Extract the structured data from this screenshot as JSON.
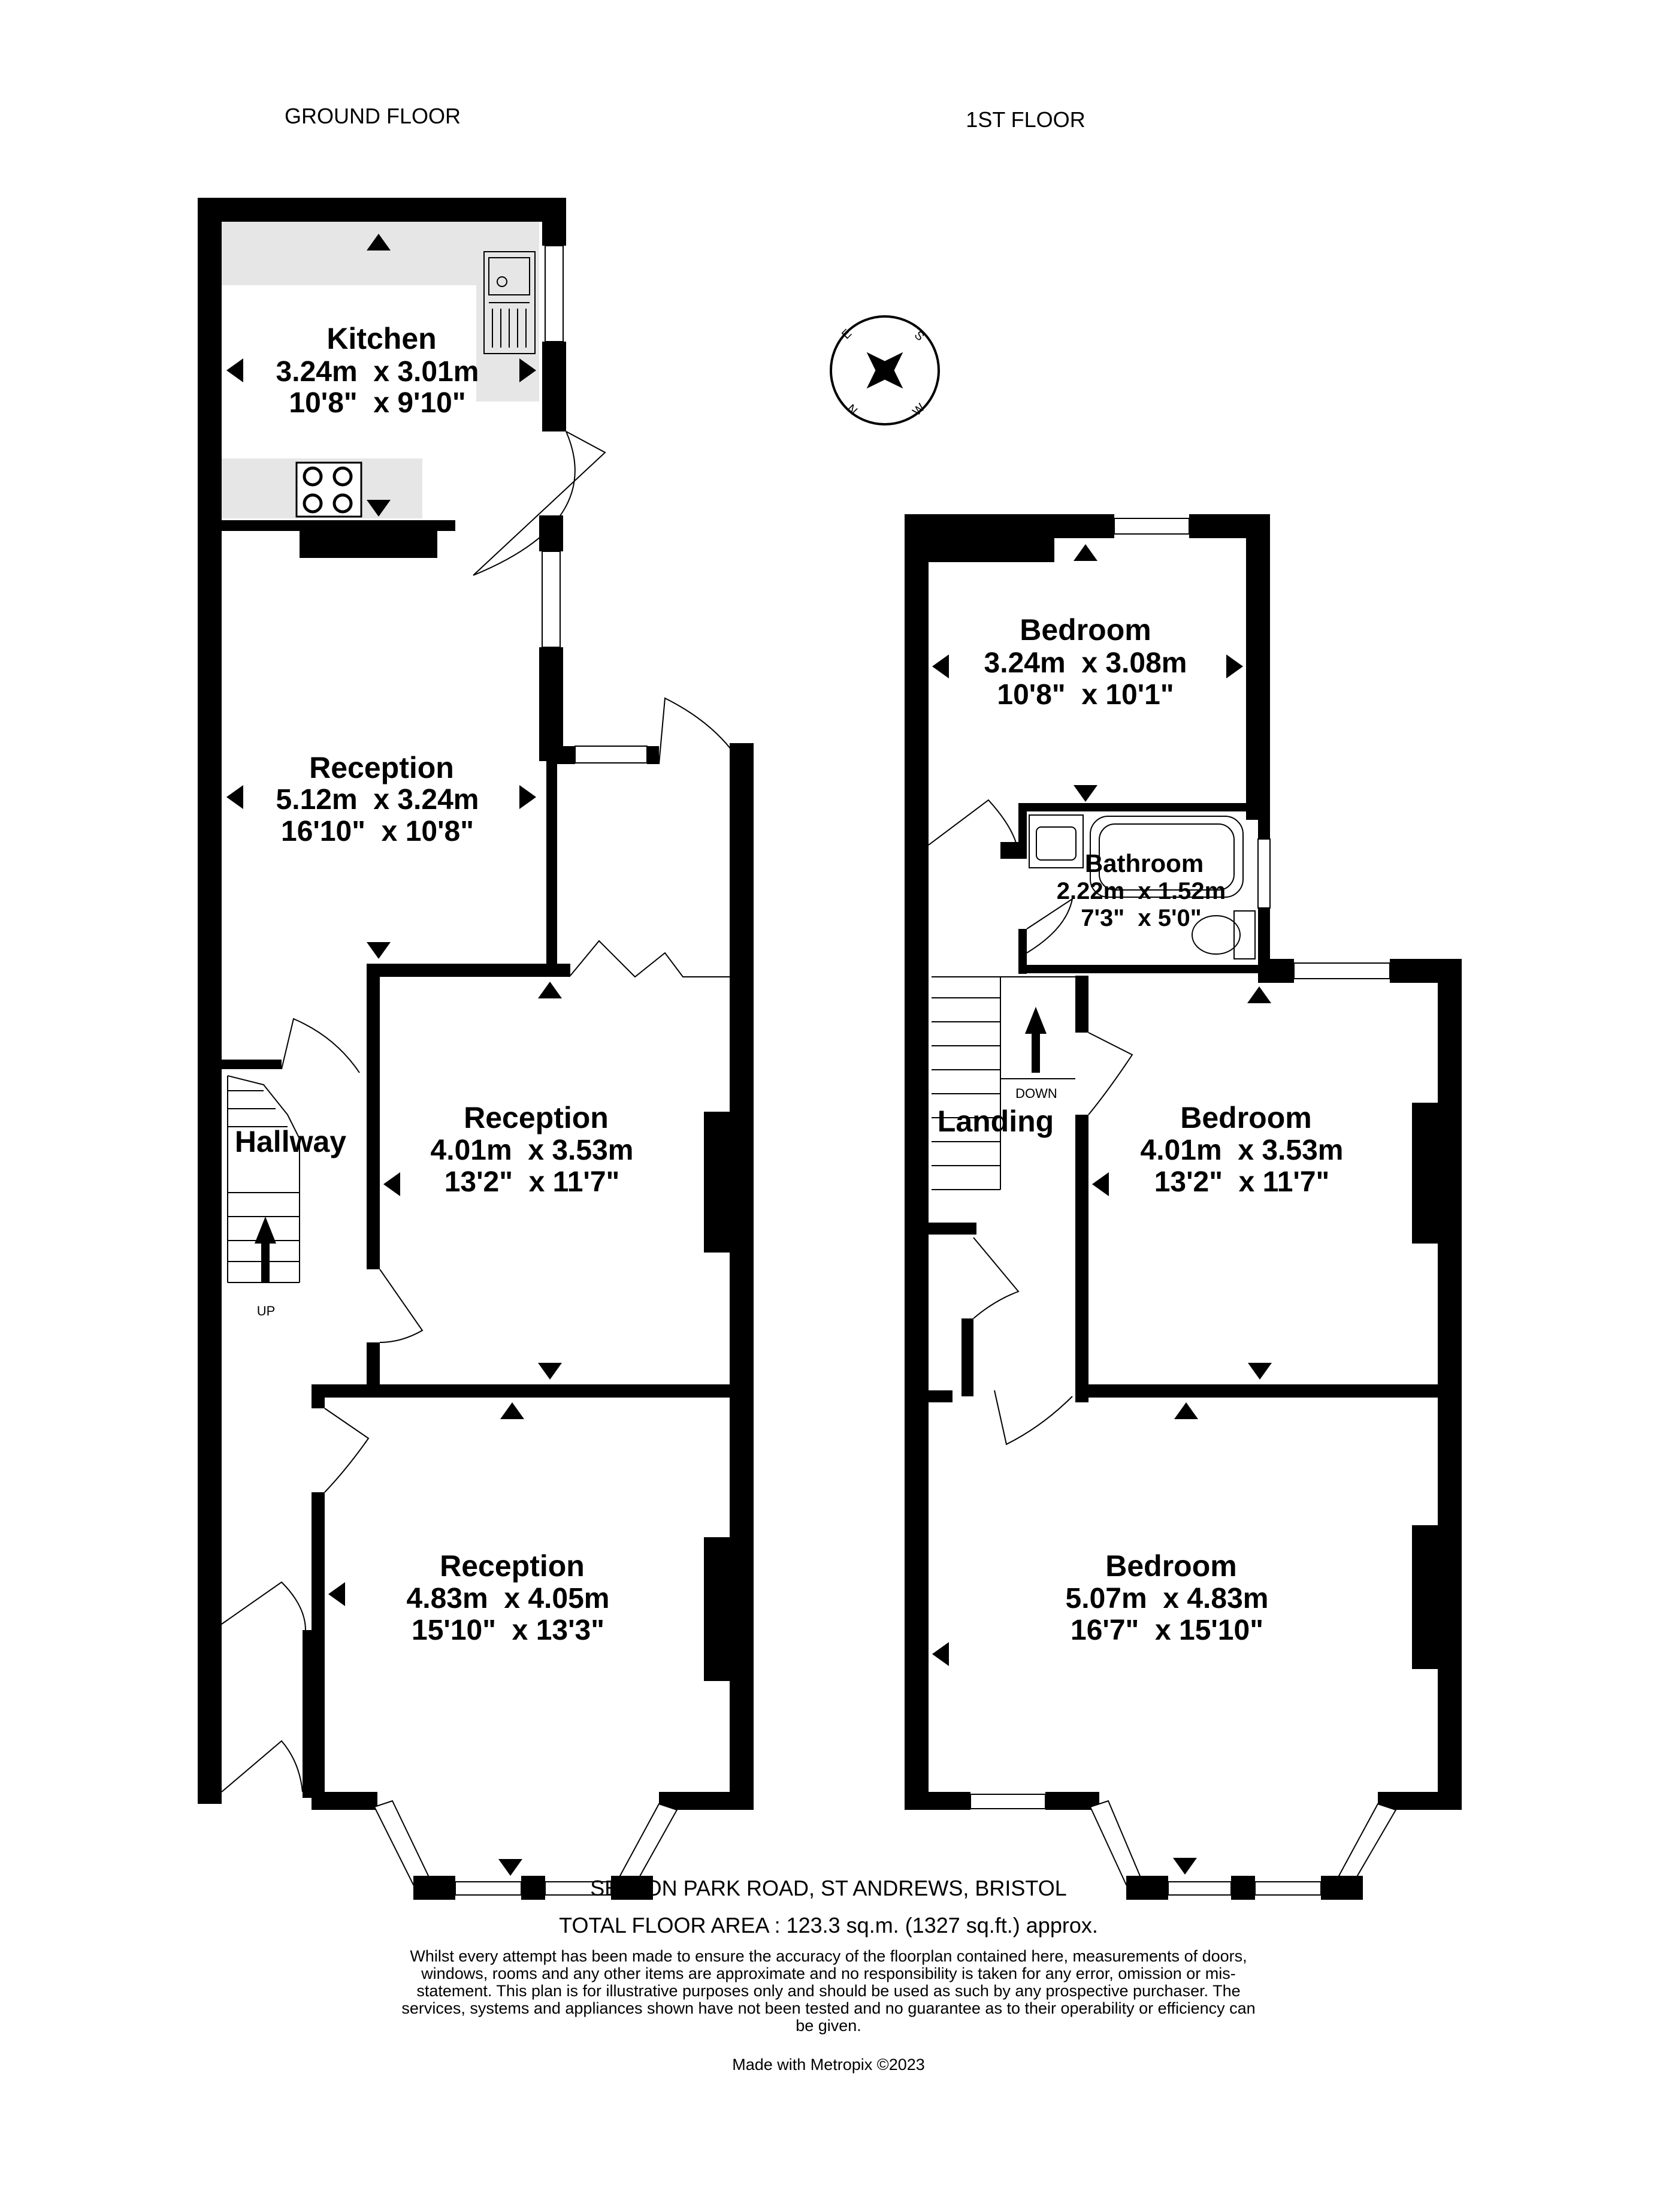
{
  "floors": {
    "ground": {
      "title": "GROUND FLOOR",
      "stairs_label": "UP",
      "rooms": [
        {
          "name": "Kitchen",
          "metric": "3.24m  x 3.01m",
          "imperial": "10'8\"  x 9'10\""
        },
        {
          "name": "Reception",
          "metric": "5.12m  x 3.24m",
          "imperial": "16'10\"  x 10'8\""
        },
        {
          "name": "Reception",
          "metric": "4.01m  x 3.53m",
          "imperial": "13'2\"  x 11'7\""
        },
        {
          "name": "Reception",
          "metric": "4.83m  x 4.05m",
          "imperial": "15'10\"  x 13'3\""
        },
        {
          "name": "Hallway"
        }
      ]
    },
    "first": {
      "title": "1ST FLOOR",
      "stairs_label": "DOWN",
      "rooms": [
        {
          "name": "Bedroom",
          "metric": "3.24m  x 3.08m",
          "imperial": "10'8\"  x 10'1\""
        },
        {
          "name": "Bathroom",
          "metric": "2.22m  x 1.52m",
          "imperial": "7'3\"  x 5'0\""
        },
        {
          "name": "Bedroom",
          "metric": "4.01m  x 3.53m",
          "imperial": "13'2\"  x 11'7\""
        },
        {
          "name": "Bedroom",
          "metric": "5.07m  x 4.83m",
          "imperial": "16'7\"  x 15'10\""
        },
        {
          "name": "Landing"
        }
      ]
    }
  },
  "compass": {
    "letters": [
      "S",
      "E",
      "N",
      "W"
    ]
  },
  "footer": {
    "address": "SEFTON PARK ROAD, ST ANDREWS, BRISTOL",
    "total_area": "TOTAL FLOOR AREA : 123.3 sq.m. (1327 sq.ft.) approx.",
    "disclaimer": "Whilst every attempt has been made to ensure the accuracy of the floorplan contained here, measurements of doors, windows, rooms and any other items are approximate and no responsibility is taken for any error, omission or mis-statement. This plan is for illustrative purposes only and should be used as such by any prospective purchaser. The services, systems and appliances shown have not been tested and no guarantee as to their operability or efficiency can be given.",
    "made_with": "Made with Metropix ©2023"
  },
  "colors": {
    "wall": "#000000",
    "worktop": "#e6e6e6",
    "background": "#ffffff"
  }
}
